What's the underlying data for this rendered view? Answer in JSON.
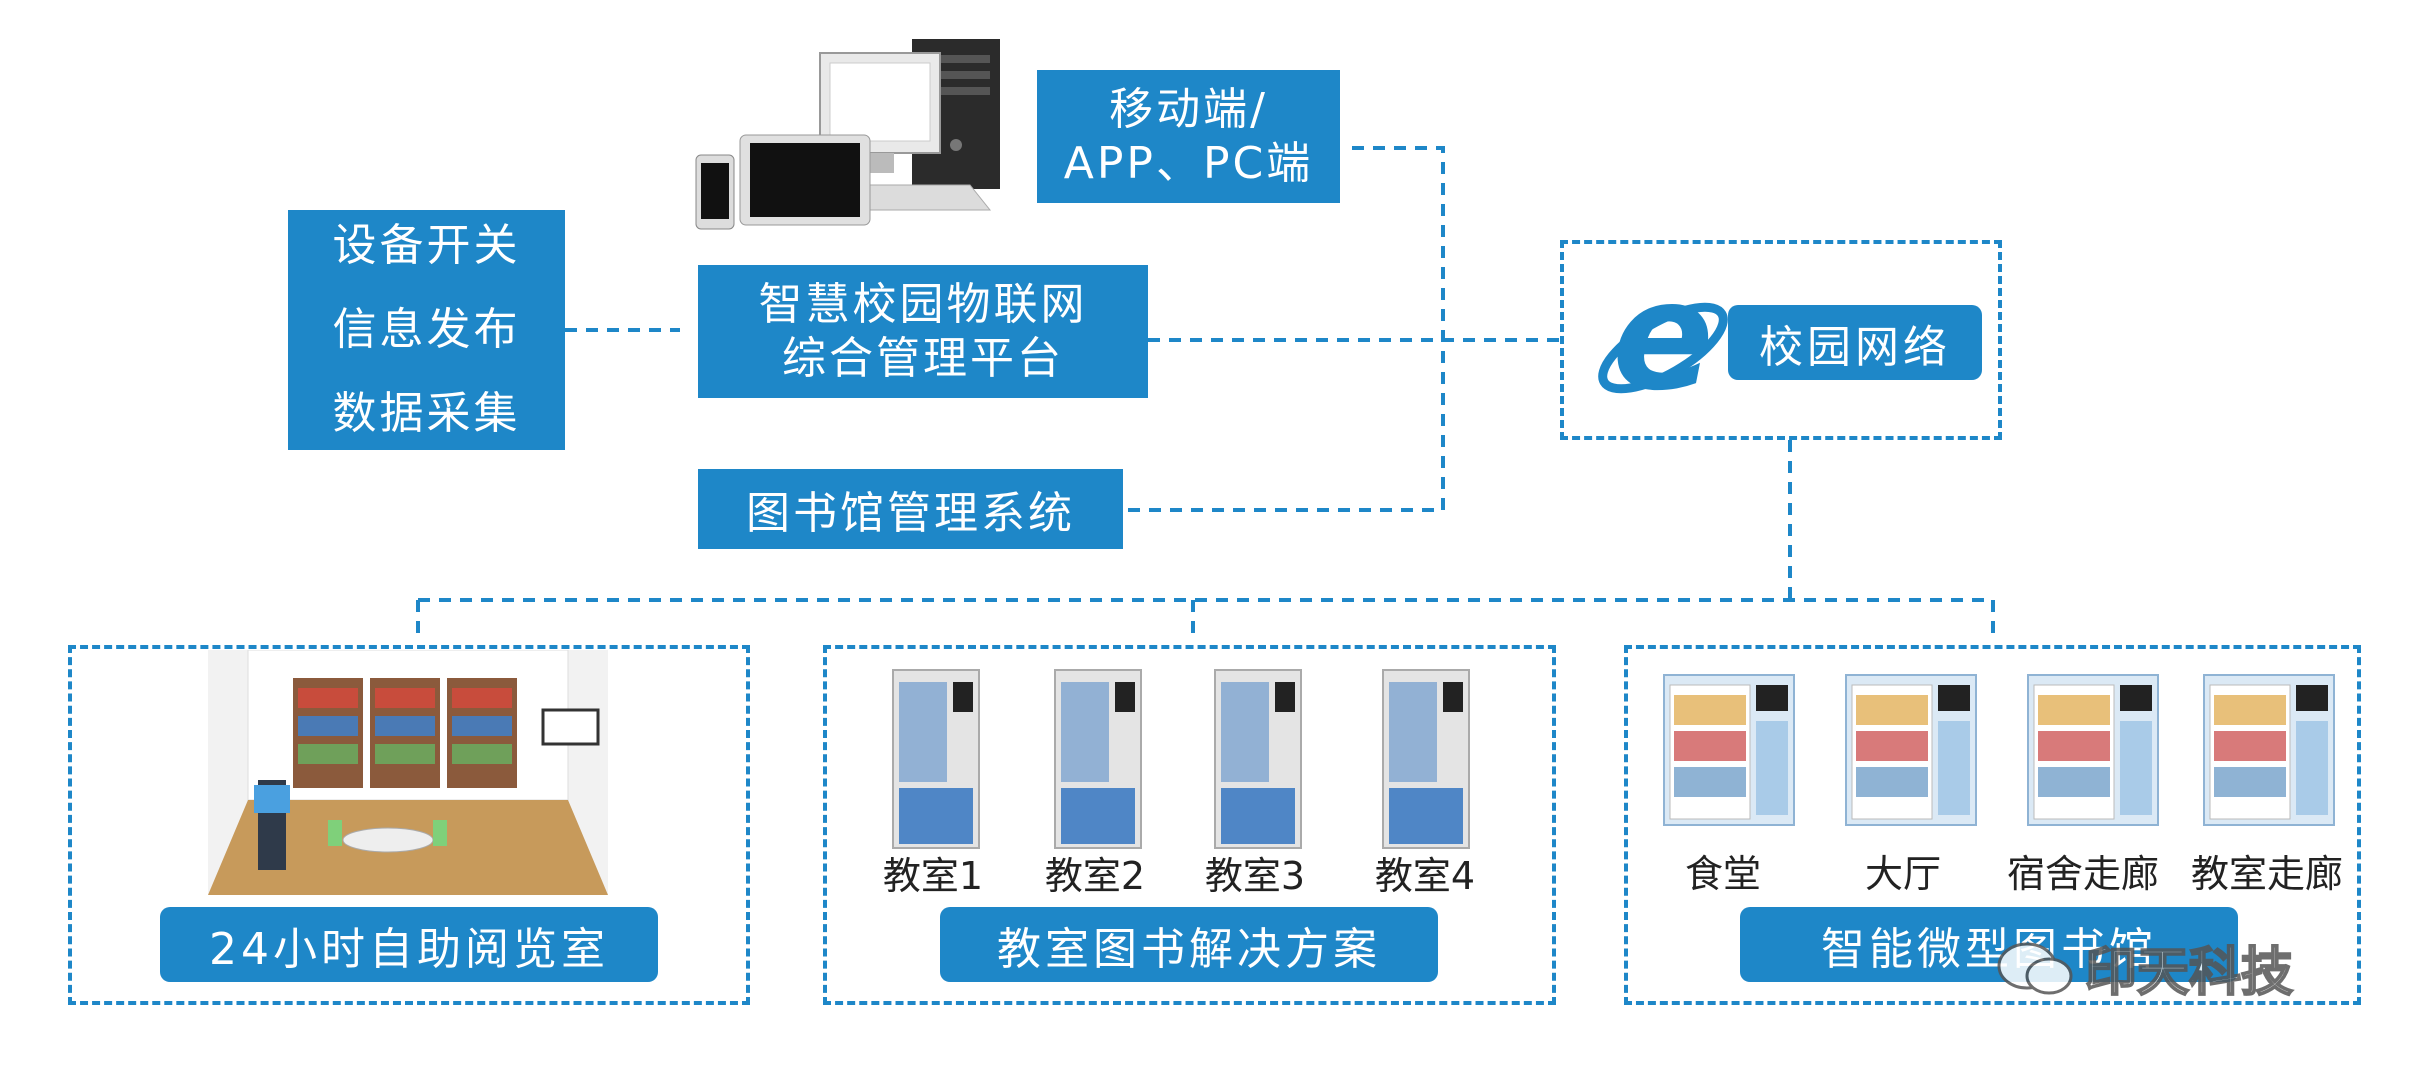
{
  "features": [
    "设备开关",
    "信息发布",
    "数据采集"
  ],
  "platform": {
    "line1": "智慧校园物联网",
    "line2": "综合管理平台"
  },
  "mobile": {
    "line1": "移动端/",
    "line2": "APP、PC端"
  },
  "library_system": "图书馆管理系统",
  "campus_network": "校园网络",
  "self_service": {
    "title": "24小时自助阅览室"
  },
  "classroom": {
    "title": "教室图书解决方案",
    "rooms": [
      "教室1",
      "教室2",
      "教室3",
      "教室4"
    ]
  },
  "micro": {
    "title": "智能微型图书馆",
    "spots": [
      "食堂",
      "大厅",
      "宿舍走廊",
      "教室走廊"
    ]
  },
  "watermark": "印天科技",
  "colors": {
    "accent": "#1e87c8",
    "cabinet_blue": "#4f86c6",
    "floor": "#c79a5b"
  }
}
